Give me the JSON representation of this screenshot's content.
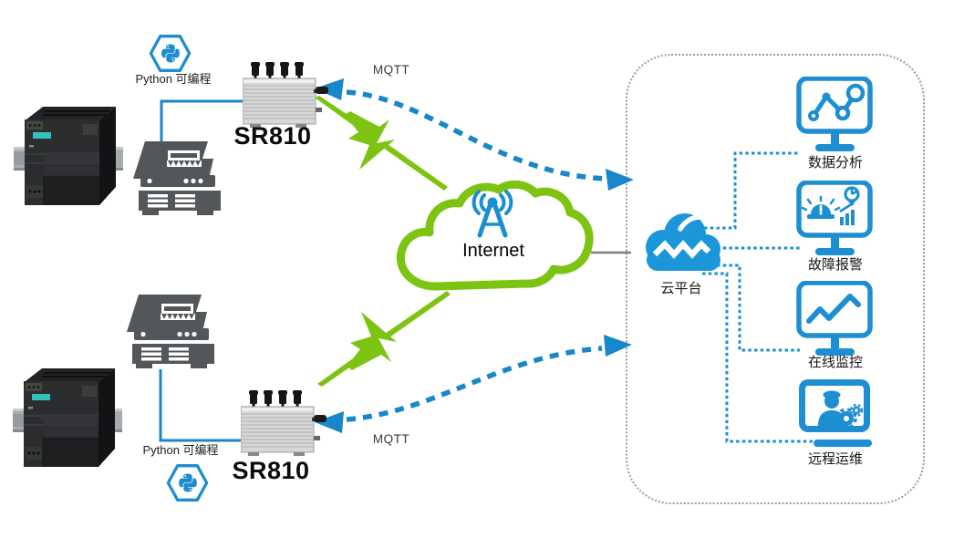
{
  "edge_sites": [
    {
      "python_label": "Python 可编程",
      "gateway_label": "SR810",
      "protocol_label": "MQTT"
    },
    {
      "python_label": "Python 可编程",
      "gateway_label": "SR810",
      "protocol_label": "MQTT"
    }
  ],
  "internet": {
    "label": "Internet",
    "icon": "radio-tower-icon"
  },
  "platform": {
    "label": "云平台",
    "icon": "cloud-icon"
  },
  "services": [
    {
      "label": "数据分析",
      "icon": "monitor-node-chart-icon"
    },
    {
      "label": "故障报警",
      "icon": "monitor-alarm-icon"
    },
    {
      "label": "在线监控",
      "icon": "monitor-trend-icon"
    },
    {
      "label": "远程运维",
      "icon": "monitor-operator-gear-icon"
    }
  ],
  "colors": {
    "accent_blue": "#1b8dd0",
    "icon_blue": "#1e8ed2",
    "cloud_blue": "#1b96d8",
    "green": "#7cc411",
    "machine_gray": "#53575a",
    "panel_border_gray": "#9b9b9b",
    "link_gray": "#7f7f7f"
  }
}
